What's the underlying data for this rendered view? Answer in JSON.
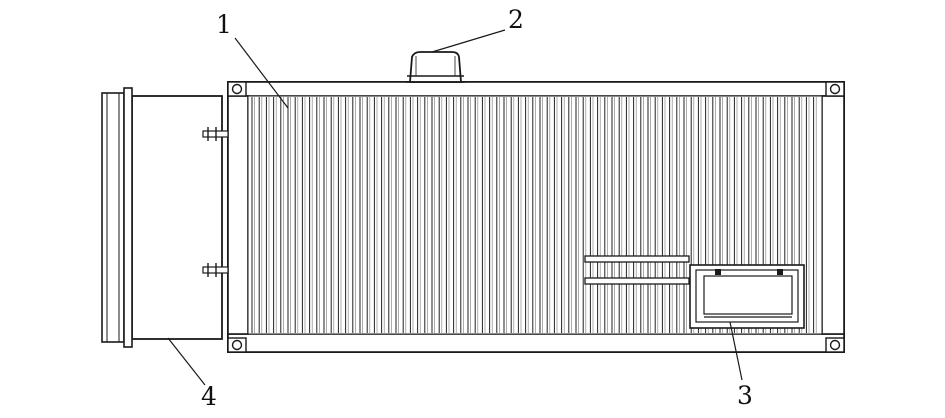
{
  "figure": {
    "callouts": [
      {
        "id": "container",
        "text": "1"
      },
      {
        "id": "roof-unit",
        "text": "2"
      },
      {
        "id": "side-door",
        "text": "3"
      },
      {
        "id": "end-chamber",
        "text": "4"
      }
    ],
    "colors": {
      "background": "#ffffff",
      "line": "#1a1a1a",
      "corrugation_dark": "#222222",
      "corrugation_light": "#8a8a8a",
      "panel_fill": "#f2f2f2"
    }
  }
}
